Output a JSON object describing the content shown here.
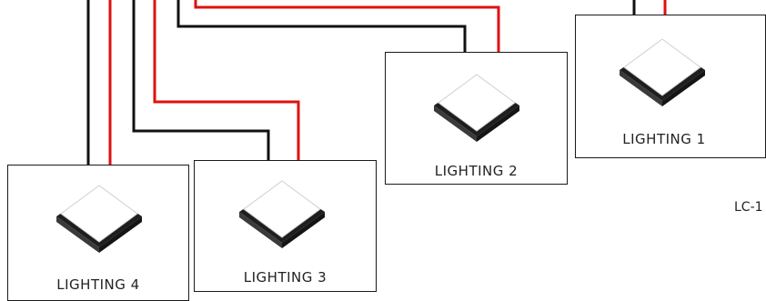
{
  "colors": {
    "wire_black": "#111111",
    "wire_red": "#e01010",
    "box_border": "#1a1a1a",
    "panel_face": "#ffffff",
    "panel_frame": "#2b2b2b"
  },
  "icons": {
    "panel": "led-panel-icon"
  },
  "lights": [
    {
      "id": "lighting-1",
      "label": "LIGHTING 1"
    },
    {
      "id": "lighting-2",
      "label": "LIGHTING 2"
    },
    {
      "id": "lighting-3",
      "label": "LIGHTING 3"
    },
    {
      "id": "lighting-4",
      "label": "LIGHTING 4"
    }
  ],
  "controller_label": "LC-1"
}
